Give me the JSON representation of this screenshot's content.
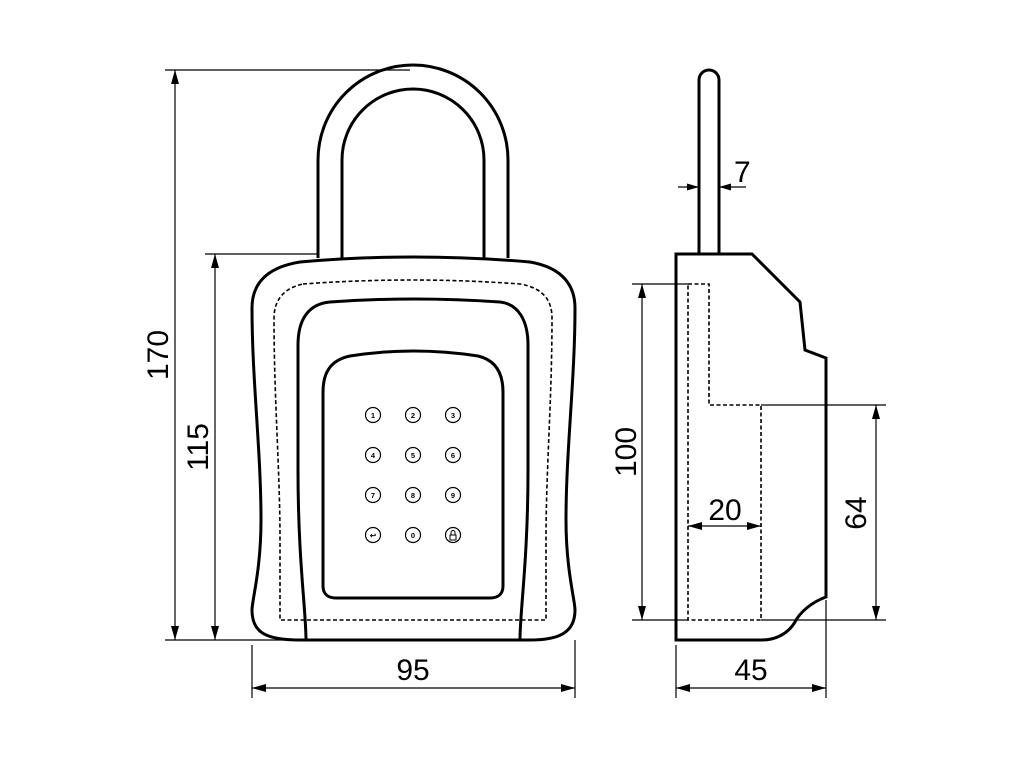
{
  "dimensions": {
    "overall_height": "170",
    "body_height": "115",
    "body_width": "95",
    "shackle_thickness": "7",
    "inner_height": "100",
    "inner_depth": "20",
    "compartment_height": "64",
    "body_depth": "45"
  },
  "keypad": {
    "keys": [
      "1",
      "2",
      "3",
      "4",
      "5",
      "6",
      "7",
      "8",
      "9",
      "↩",
      "0",
      "🔒"
    ]
  }
}
